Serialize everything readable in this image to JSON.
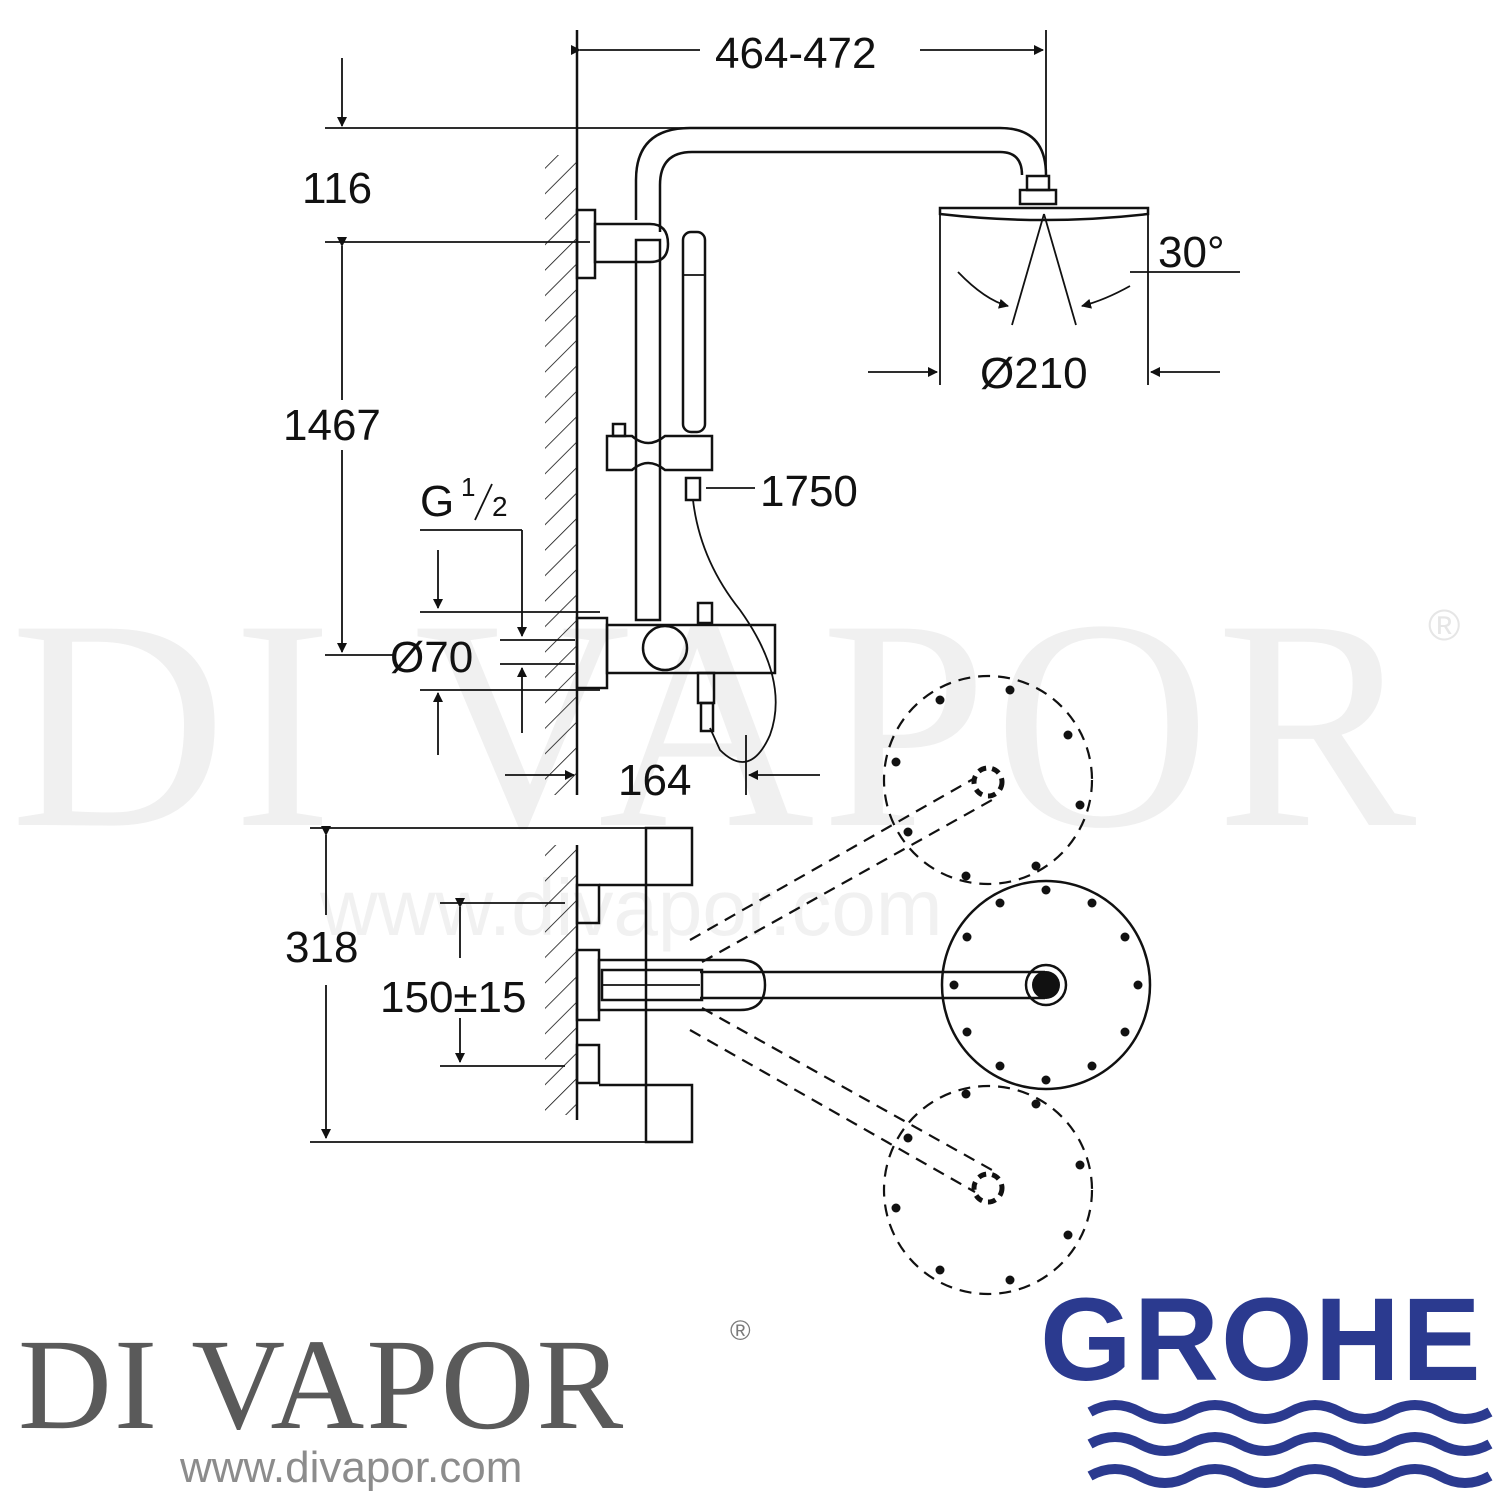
{
  "watermark": {
    "text": "DI VAPOR",
    "registered": "®",
    "url": "www.divapor.com"
  },
  "dimensions": {
    "arm_reach": "464-472",
    "top_offset": "116",
    "height": "1467",
    "thread_G": "G",
    "thread_fraction_num": "1",
    "thread_fraction_den": "2",
    "escutcheon_diameter": "Ø70",
    "hose_length": "1750",
    "head_diameter": "Ø210",
    "tilt_angle": "30°",
    "spout_projection": "164",
    "plan_depth": "318",
    "inlet_centres": "150±15"
  },
  "branding": {
    "dealer_name": "DI VAPOR",
    "dealer_registered": "®",
    "dealer_url": "www.divapor.com",
    "manufacturer": "GROHE",
    "manufacturer_color": "#2b3a8f"
  }
}
